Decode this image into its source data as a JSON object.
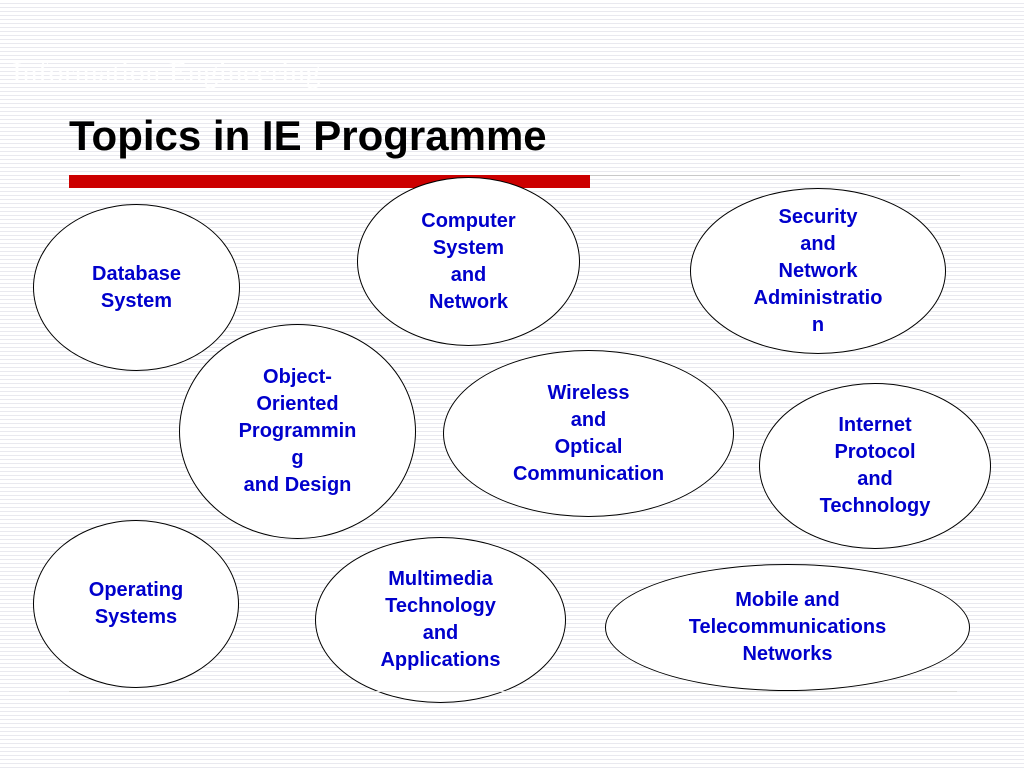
{
  "slide": {
    "header": "Information Engineering",
    "title": "Topics in IE Programme",
    "accent_color": "#cc0000",
    "text_color": "#0000cc"
  },
  "topics": [
    {
      "id": "database-system",
      "label": "Database\nSystem"
    },
    {
      "id": "computer-system-and-network",
      "label": "Computer\nSystem\nand\nNetwork"
    },
    {
      "id": "security-and-network-administration",
      "label": "Security\nand\nNetwork\nAdministratio\nn"
    },
    {
      "id": "object-oriented-programming-and-design",
      "label": "Object-\nOriented\nProgrammin\ng\nand Design"
    },
    {
      "id": "wireless-and-optical-communication",
      "label": "Wireless\nand\nOptical\nCommunication"
    },
    {
      "id": "internet-protocol-and-technology",
      "label": "Internet\nProtocol\nand\nTechnology"
    },
    {
      "id": "operating-systems",
      "label": "Operating\nSystems"
    },
    {
      "id": "multimedia-technology-and-applications",
      "label": "Multimedia\nTechnology\nand\nApplications"
    },
    {
      "id": "mobile-and-telecommunications-networks",
      "label": "Mobile and\nTelecommunications\nNetworks"
    }
  ]
}
